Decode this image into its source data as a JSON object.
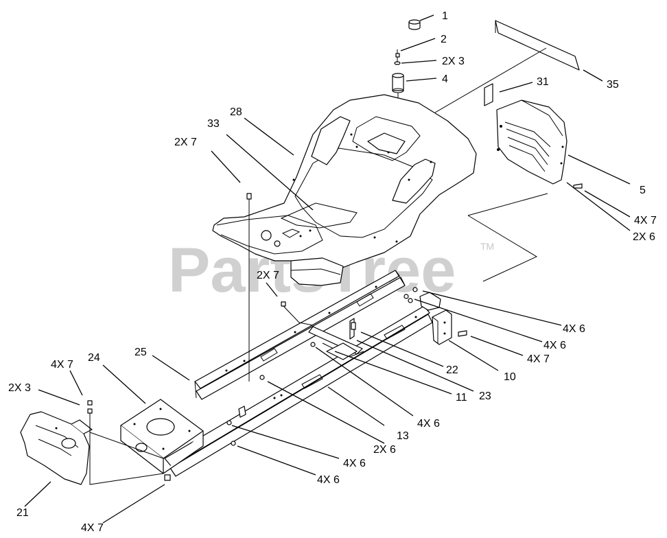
{
  "watermark": {
    "text": "PartsTree",
    "trademark": "TM"
  },
  "labels": {
    "l1": "1",
    "l2": "2",
    "l2x3a": "2X 3",
    "l4": "4",
    "l35": "35",
    "l31": "31",
    "l28": "28",
    "l33": "33",
    "l2x7a": "2X 7",
    "l5": "5",
    "l4x7a": "4X 7",
    "l2x6a": "2X 6",
    "l2x7b": "2X 7",
    "l4x6a": "4X 6",
    "l4x6b": "4X 6",
    "l4x7b": "4X 7",
    "l10": "10",
    "l22": "22",
    "l23": "23",
    "l11": "11",
    "l4x6c": "4X 6",
    "l13": "13",
    "l2x6b": "2X 6",
    "l4x6d": "4X 6",
    "l4x6e": "4X 6",
    "l25": "25",
    "l24": "24",
    "l4x7c": "4X 7",
    "l2x3b": "2X 3",
    "l21": "21",
    "l4x7d": "4X 7"
  }
}
